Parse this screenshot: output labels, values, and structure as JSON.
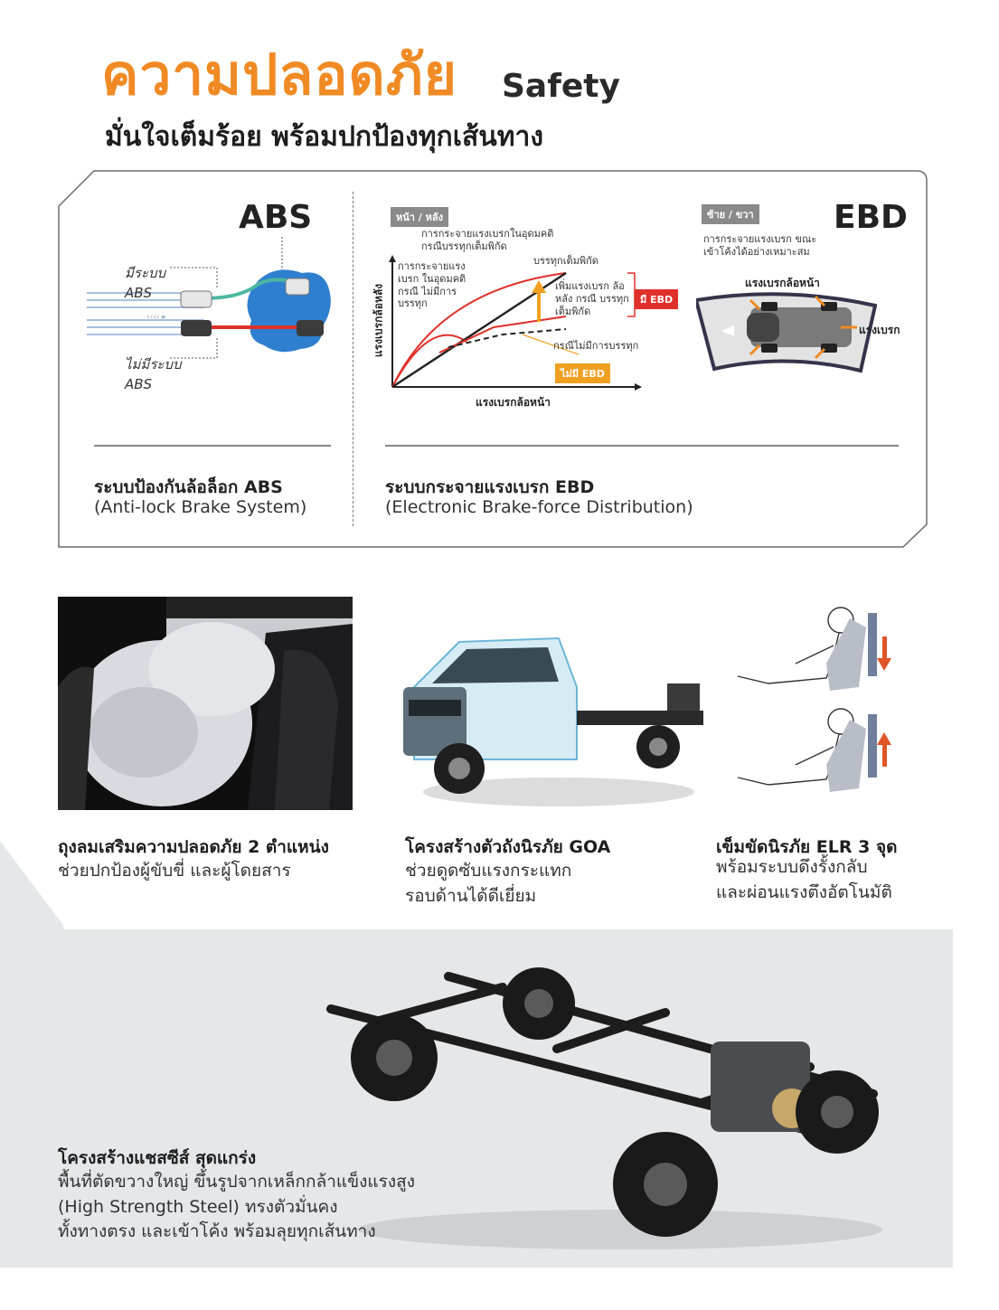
{
  "header": {
    "title_th": "ความปลอดภัย",
    "title_en": "Safety",
    "subtitle": "มั่นใจเต็มร้อย พร้อมปกป้องทุกเส้นทาง"
  },
  "abs": {
    "heading": "ABS",
    "with_label": "มีระบบ ABS",
    "without_label": "ไม่มีระบบ ABS",
    "caption_title": "ระบบป้องกันล้อล็อก ABS",
    "caption_sub": "(Anti-lock Brake System)"
  },
  "ebd": {
    "heading": "EBD",
    "graph_tag": "หน้า / หลัง",
    "ideal_note": "การกระจายแรงเบรกในอุดมคติ กรณีบรรทุกเต็มพิกัด",
    "ideal_empty_note": "การกระจายแรงเบรก ในอุดมคติกรณี ไม่มีการบรรทุก",
    "full_load_note": "บรรทุกเต็มพิกัด",
    "increase_note": "เพิ่มแรงเบรก ล้อหลัง กรณี บรรทุกเต็มพิกัด",
    "with_ebd_tag": "มี EBD",
    "no_load_note": "กรณีไม่มีการบรรทุก",
    "without_ebd_tag": "ไม่มี EBD",
    "y_axis": "แรงเบรกล้อหลัง",
    "x_axis": "แรงเบรกล้อหน้า",
    "lr_tag": "ซ้าย / ขวา",
    "corner_note": "การกระจายแรงเบรก ขณะเข้าโค้งได้อย่างเหมาะสม",
    "front_force": "แรงเบรกล้อหน้า",
    "brake_force": "แรงเบรก",
    "caption_title": "ระบบกระจายแรงเบรก EBD",
    "caption_sub": "(Electronic Brake-force Distribution)"
  },
  "features": [
    {
      "title": "ถุงลมเสริมความปลอดภัย 2 ตำแหน่ง",
      "line1": "ช่วยปกป้องผู้ขับขี่ และผู้โดยสาร"
    },
    {
      "title": "โครงสร้างตัวถังนิรภัย GOA",
      "line1": "ช่วยดูดซับแรงกระแทก",
      "line2": "รอบด้านได้ดีเยี่ยม"
    },
    {
      "title": "เข็มขัดนิรภัย ELR 3 จุด",
      "line1": "พร้อมระบบดึงรั้งกลับ",
      "line2": "และผ่อนแรงตึงอัตโนมัติ"
    }
  ],
  "chassis": {
    "title": "โครงสร้างแชสซีส์ สุดแกร่ง",
    "line1": "พื้นที่ตัดขวางใหญ่ ขึ้นรูปจากเหล็กกล้าแข็งแรงสูง",
    "line2": "(High Strength Steel) ทรงตัวมั่นคง",
    "line3": "ทั้งทางตรง และเข้าโค้ง พร้อมลุยทุกเส้นทาง"
  },
  "colors": {
    "accent": "#f08a24",
    "red": "#e0302a",
    "blue": "#2f7fd0",
    "gray_band": "#e6e7e9"
  }
}
